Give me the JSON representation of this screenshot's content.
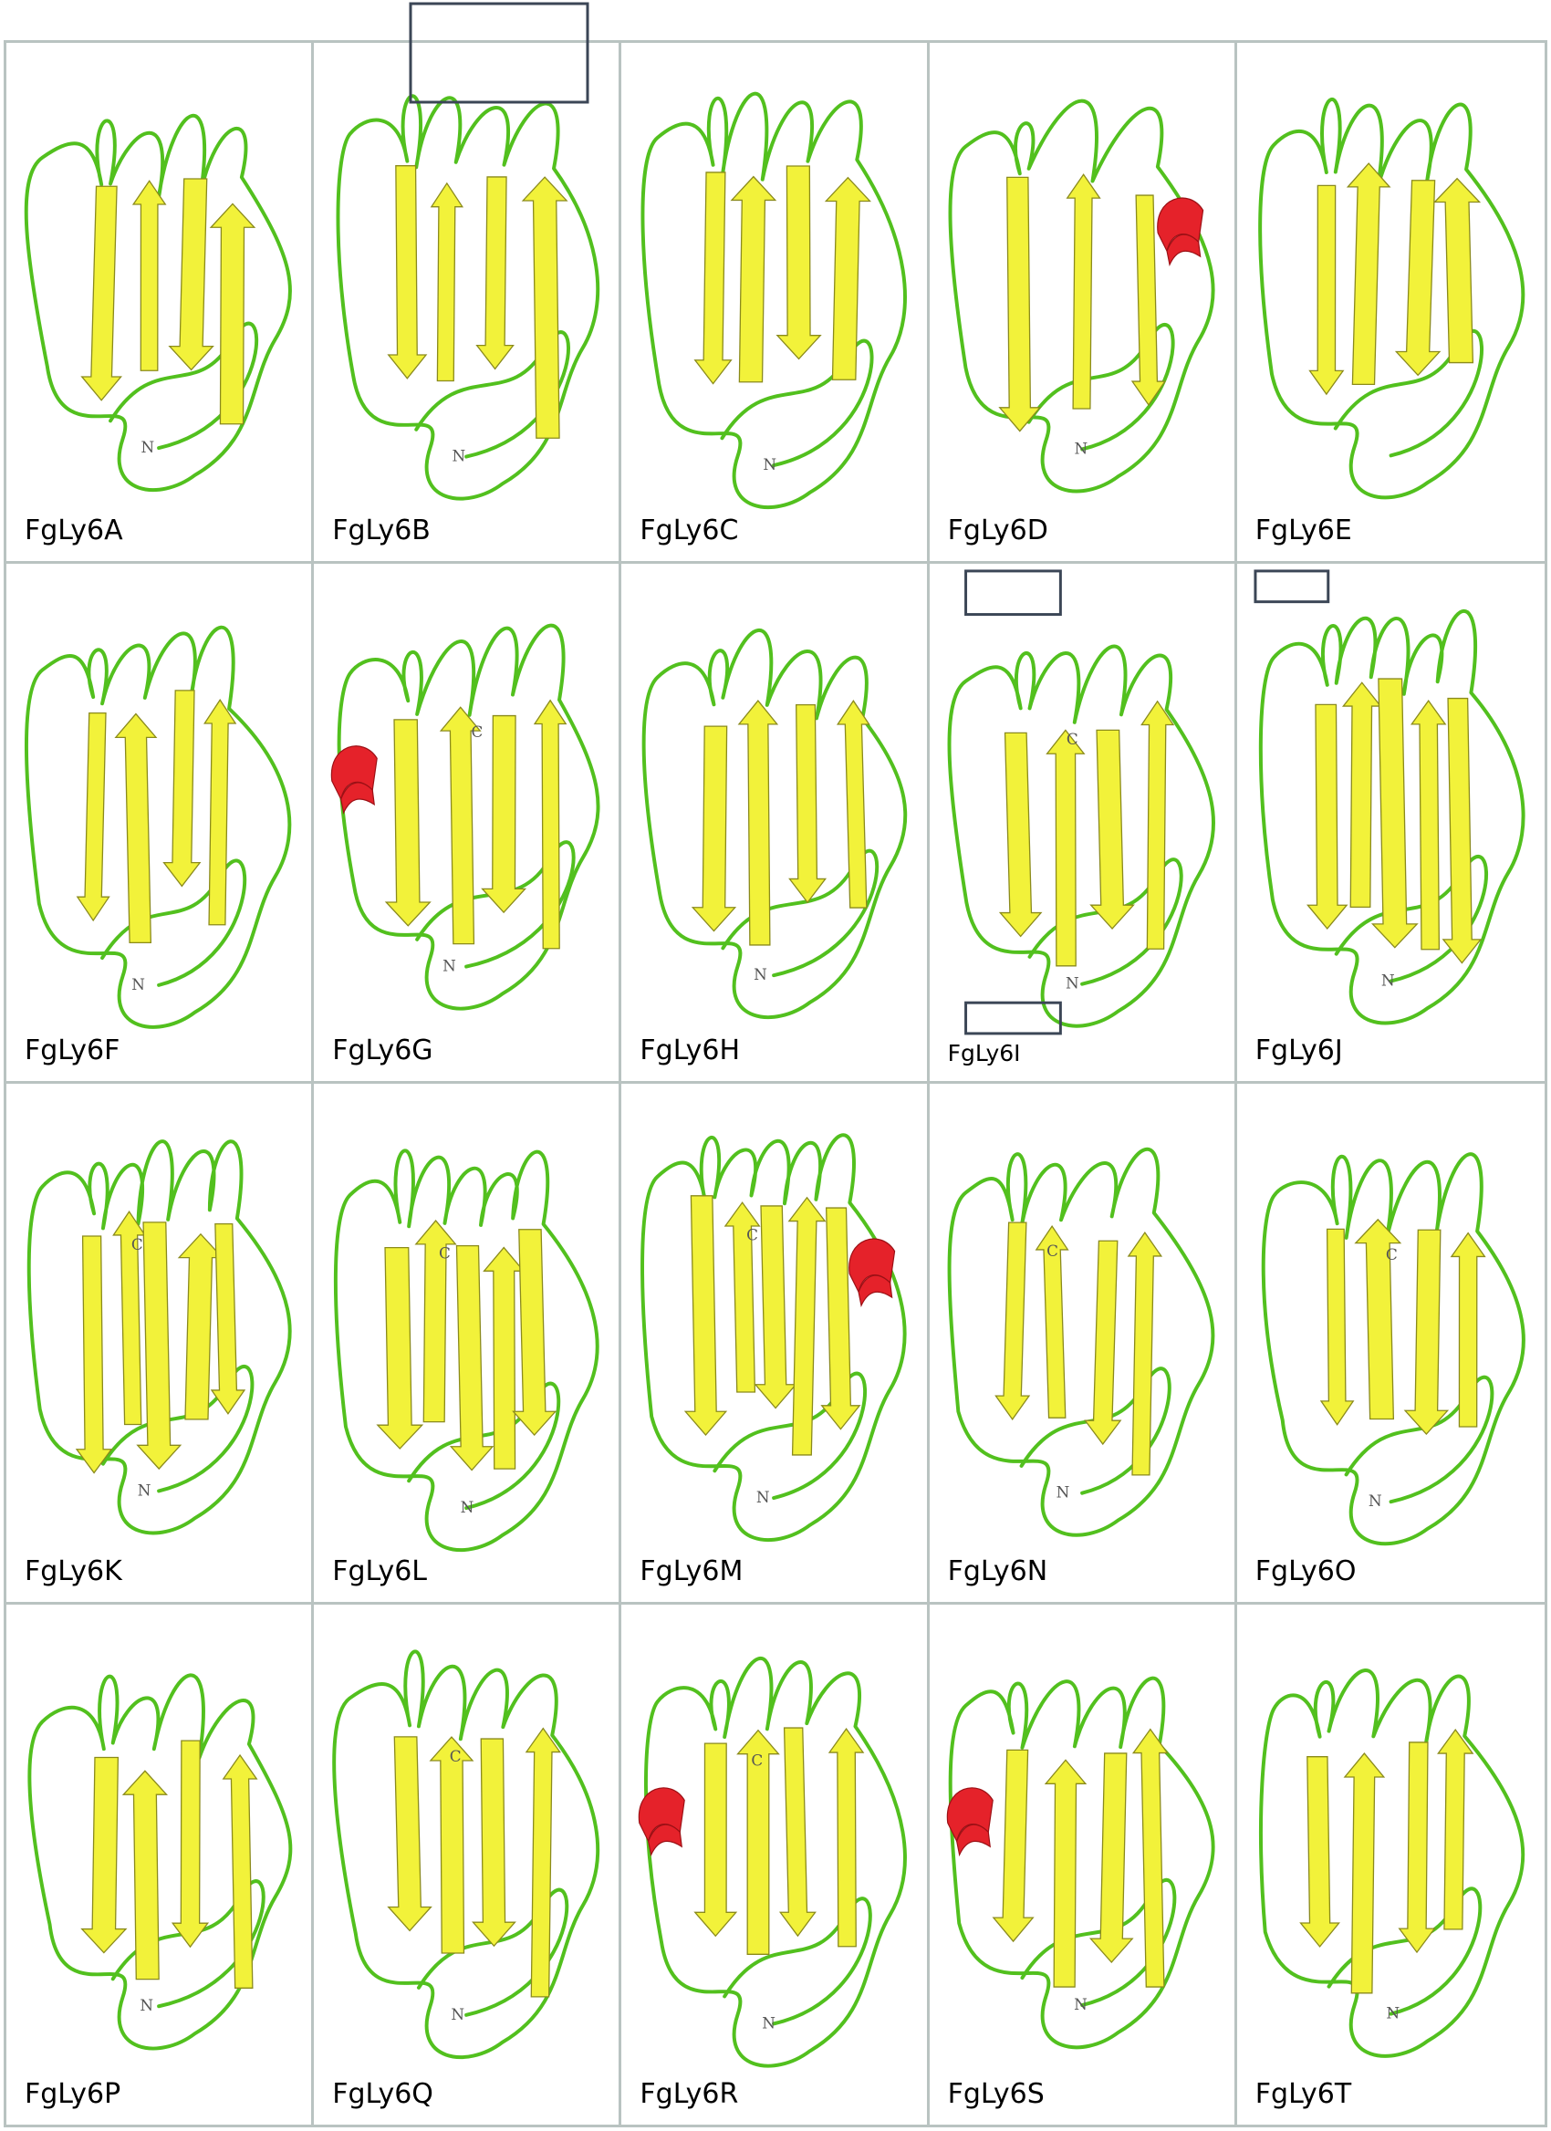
{
  "panels": [
    {
      "label": "FgLy6A",
      "n": true,
      "c": false,
      "helix": null,
      "boxes": [],
      "strands": 4
    },
    {
      "label": "FgLy6B",
      "n": true,
      "c": false,
      "helix": null,
      "boxes": [
        "top"
      ],
      "strands": 4
    },
    {
      "label": "FgLy6C",
      "n": true,
      "c": false,
      "helix": null,
      "boxes": [],
      "strands": 4
    },
    {
      "label": "FgLy6D",
      "n": true,
      "c": false,
      "helix": "right",
      "boxes": [],
      "strands": 3
    },
    {
      "label": "FgLy6E",
      "n": false,
      "c": false,
      "helix": null,
      "boxes": [],
      "strands": 4
    },
    {
      "label": "FgLy6F",
      "n": true,
      "c": false,
      "helix": null,
      "boxes": [],
      "strands": 4
    },
    {
      "label": "FgLy6G",
      "n": true,
      "c": true,
      "helix": "left",
      "boxes": [],
      "strands": 4
    },
    {
      "label": "FgLy6H",
      "n": true,
      "c": false,
      "helix": null,
      "boxes": [],
      "strands": 4
    },
    {
      "label": "FgLy6I",
      "n": true,
      "c": true,
      "helix": null,
      "boxes": [
        "top",
        "bottom"
      ],
      "strands": 4
    },
    {
      "label": "FgLy6J",
      "n": true,
      "c": false,
      "helix": null,
      "boxes": [
        "topleft"
      ],
      "strands": 5
    },
    {
      "label": "FgLy6K",
      "n": true,
      "c": true,
      "helix": null,
      "boxes": [],
      "strands": 5
    },
    {
      "label": "FgLy6L",
      "n": true,
      "c": true,
      "helix": null,
      "boxes": [],
      "strands": 5
    },
    {
      "label": "FgLy6M",
      "n": true,
      "c": true,
      "helix": "right",
      "boxes": [],
      "strands": 5
    },
    {
      "label": "FgLy6N",
      "n": true,
      "c": true,
      "helix": null,
      "boxes": [],
      "strands": 4
    },
    {
      "label": "FgLy6O",
      "n": true,
      "c": true,
      "helix": null,
      "boxes": [],
      "strands": 4
    },
    {
      "label": "FgLy6P",
      "n": true,
      "c": false,
      "helix": null,
      "boxes": [],
      "strands": 4
    },
    {
      "label": "FgLy6Q",
      "n": true,
      "c": true,
      "helix": null,
      "boxes": [],
      "strands": 4
    },
    {
      "label": "FgLy6R",
      "n": true,
      "c": true,
      "helix": "left",
      "boxes": [],
      "strands": 4
    },
    {
      "label": "FgLy6S",
      "n": true,
      "c": false,
      "helix": "left",
      "boxes": [],
      "strands": 4
    },
    {
      "label": "FgLy6T",
      "n": true,
      "c": false,
      "helix": null,
      "boxes": [],
      "strands": 4
    }
  ],
  "terminal_labels": {
    "n": "N",
    "c": "C"
  },
  "colors": {
    "loop": "#52c01e",
    "strand": "#f2f23a",
    "helix": "#e5222a",
    "grid_border": "#b9c3c1",
    "highlight_box": "#3b4656"
  }
}
